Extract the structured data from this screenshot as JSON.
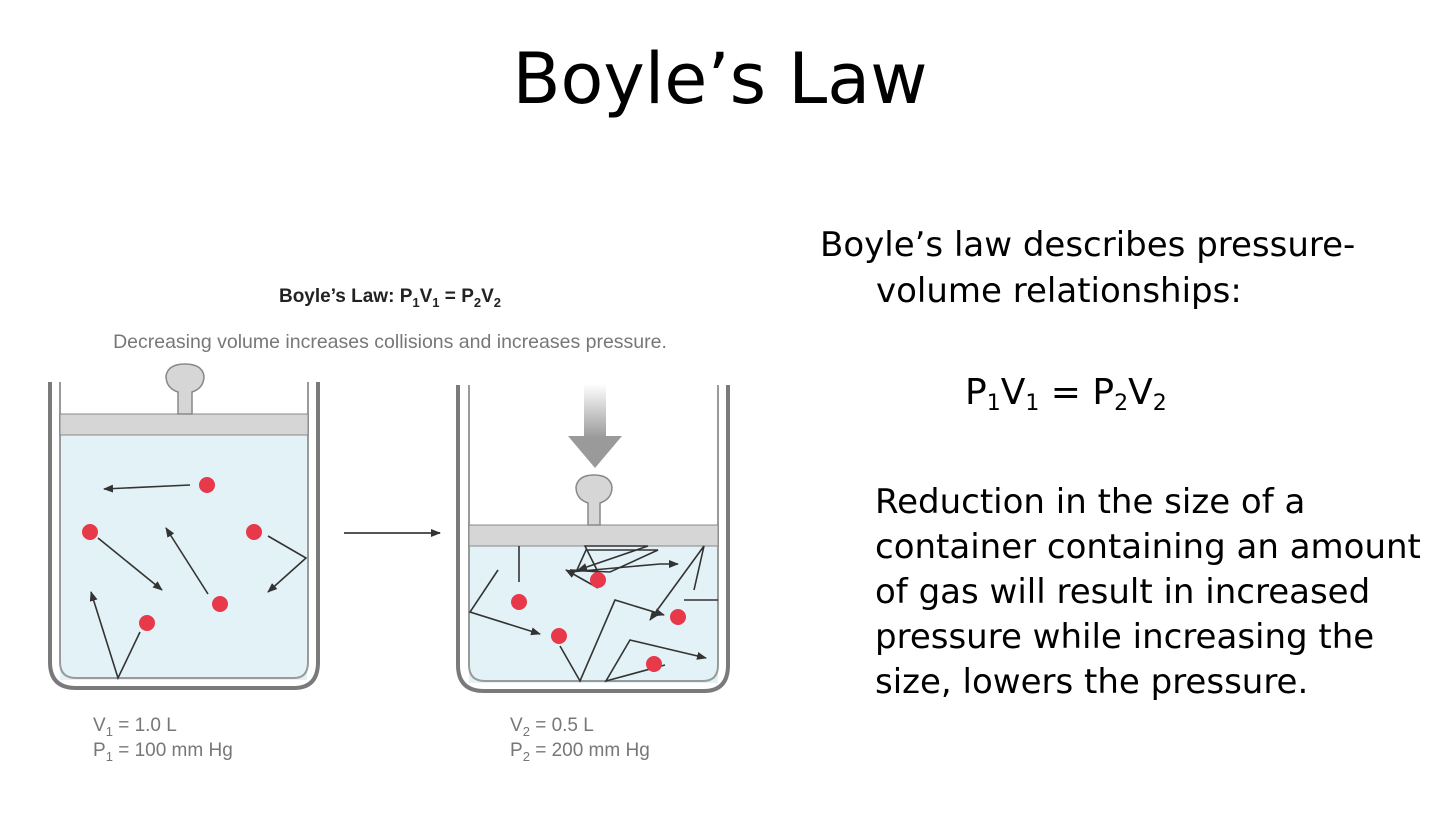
{
  "title": "Boyle’s Law",
  "diagram": {
    "heading_prefix": "Boyle’s Law: ",
    "subtitle": "Decreasing volume increases collisions and increases pressure.",
    "left": {
      "v_label": "V",
      "v_sub": "1",
      "v_value": " = 1.0 L",
      "p_label": "P",
      "p_sub": "1",
      "p_value": " = 100 mm Hg"
    },
    "right": {
      "v_label": "V",
      "v_sub": "2",
      "v_value": " = 0.5 L",
      "p_label": "P",
      "p_sub": "2",
      "p_value": " = 200 mm Hg"
    },
    "colors": {
      "particle": "#e8394b",
      "gas": "#e3f2f6",
      "piston": "#d9d9d9",
      "wall": "#777777",
      "arrow": "#333333"
    }
  },
  "text": {
    "desc_line1": "Boyle’s law describes pressure-",
    "desc_line2": "volume relationships:",
    "formula": {
      "p1": "P",
      "s1": "1",
      "v1": "V",
      "s2": "1",
      "eq": " = ",
      "p2": "P",
      "s3": "2",
      "v2": "V",
      "s4": "2"
    },
    "reduction_lines": [
      "Reduction in the size of a",
      "container containing an amount",
      "of gas will result in increased",
      "pressure while increasing the",
      "size, lowers the pressure."
    ]
  }
}
